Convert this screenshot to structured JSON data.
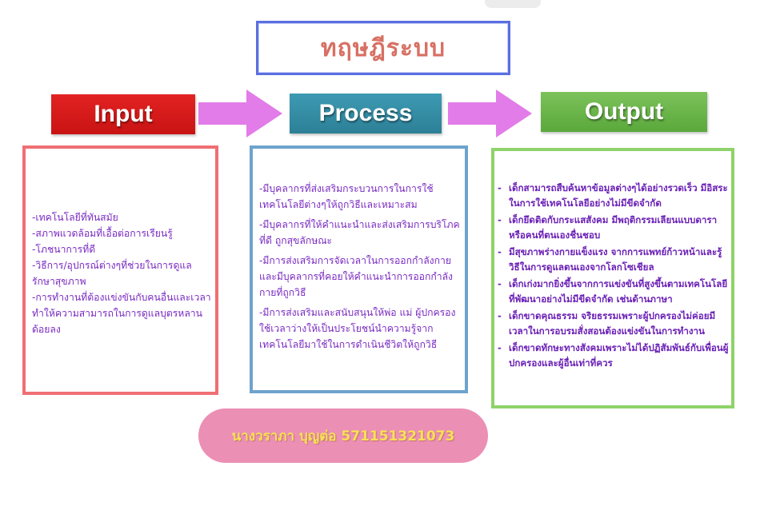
{
  "title": "ทฤษฎีระบบ",
  "headers": {
    "input": "Input",
    "process": "Process",
    "output": "Output"
  },
  "colors": {
    "input": "#d71a1a",
    "process": "#348aa3",
    "output": "#6ab64b",
    "arrow": "#e27ce8",
    "text": "#7a2bc2",
    "name": "#f7e154"
  },
  "input_items": [
    "-เทคโนโลยีที่ทันสมัย",
    "-สภาพแวดล้อมที่เอื้อต่อการเรียนรู้",
    "-โภชนาการที่ดี",
    "-วิธีการ/อุปกรณ์ต่างๆที่ช่วยในการดูแลรักษาสุขภาพ",
    "-การทำงานที่ต้องแข่งขันกับคนอื่นและเวลาทำให้ความสามารถในการดูแลบุตรหลานด้อยลง"
  ],
  "process_items": [
    "-มีบุคลากรที่ส่งเสริมกระบวนการในการใช้เทคโนโลยีต่างๆให้ถูกวิธีและเหมาะสม",
    "-มีบุคลากรที่ให้คำแนะนำและส่งเสริมการบริโภคที่ดี ถูกสุขลักษณะ",
    "-มีการส่งเสริมการจัดเวลาในการออกกำลังกายและมีบุคลากรที่คอยให้คำแนะนำการออกกำลังกายที่ถูกวิธี",
    "-มีการส่งเสริมและสนับสนุนให้พ่อ แม่ ผู้ปกครองใช้เวลาว่างให้เป็นประโยชน์นำความรู้จากเทคโนโลยีมาใช้ในการดำเนินชีวิตให้ถูกวิธี"
  ],
  "output_items": [
    "เด็กสามารถสืบค้นหาข้อมูลต่างๆได้อย่างรวดเร็ว มีอิสระในการใช้เทคโนโลยีอย่างไม่มีขีดจำกัด",
    "เด็กยึดติดกับกระแสสังคม มีพฤติกรรมเลียนแบบดาราหรือคนที่ตนเองชื่นชอบ",
    "มีสุขภาพร่างกายแข็งแรง จากการแพทย์ก้าวหน้าและรู้วิธีในการดูแลตนเองจากโลกโซเชียล",
    "เด็กเก่งมากยิ่งขึ้นจากการแข่งขันที่สูงขึ้นตามเทคโนโลยีที่พัฒนาอย่างไม่มีขีดจำกัด เช่นด้านภาษา",
    "เด็กขาดคุณธรรม จริยธรรมเพราะผู้ปกครองไม่ค่อยมีเวลาในการอบรมสั่งสอนต้องแข่งขันในการทำงาน",
    "เด็กขาดทักษะทางสังคมเพราะไม่ได้ปฏิสัมพันธ์กับเพื่อนผู้ปกครองและผู้อื่นเท่าที่ควร"
  ],
  "output_bullet": "-",
  "author": "นางวราภา บุญต่อ 571151321073"
}
